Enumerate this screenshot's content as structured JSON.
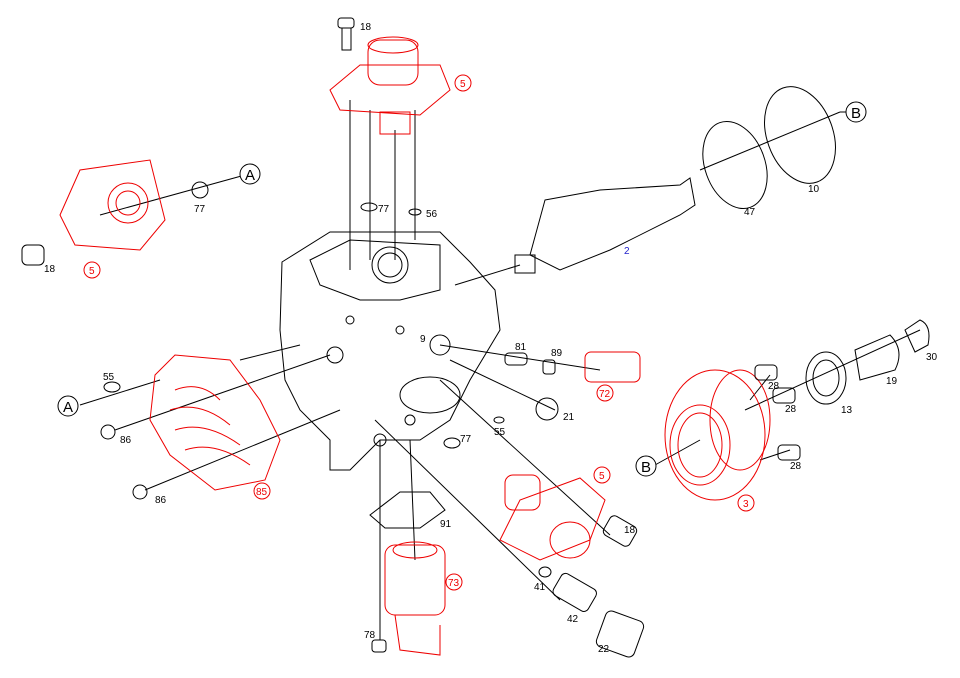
{
  "diagram": {
    "title": "High pressure pump exploded view",
    "colors": {
      "highlight": "#ee0000",
      "line": "#000000",
      "part_2": "#2222cc"
    },
    "ref_markers": [
      "A",
      "B"
    ],
    "callouts": {
      "p18_top": "18",
      "p5_top": "5",
      "p77_top": "77",
      "p56": "56",
      "p2": "2",
      "p47": "47",
      "p10": "10",
      "refB_top": "B",
      "refA_left": "A",
      "p77_left": "77",
      "p18_left": "18",
      "p5_left": "5",
      "p9": "9",
      "p81": "81",
      "p89": "89",
      "p72": "72",
      "p21": "21",
      "p55_mid": "55",
      "p55_left": "55",
      "refA_bottom": "A",
      "p86_a": "86",
      "p86_b": "86",
      "p85": "85",
      "p77_mid": "77",
      "p91": "91",
      "p73": "73",
      "p78": "78",
      "p41": "41",
      "p42": "42",
      "p22": "22",
      "p18_right": "18",
      "p5_right": "5",
      "p28_a": "28",
      "p28_b": "28",
      "p28_c": "28",
      "p13": "13",
      "p19": "19",
      "p30": "30",
      "refB_bottom": "B",
      "p3": "3"
    }
  }
}
